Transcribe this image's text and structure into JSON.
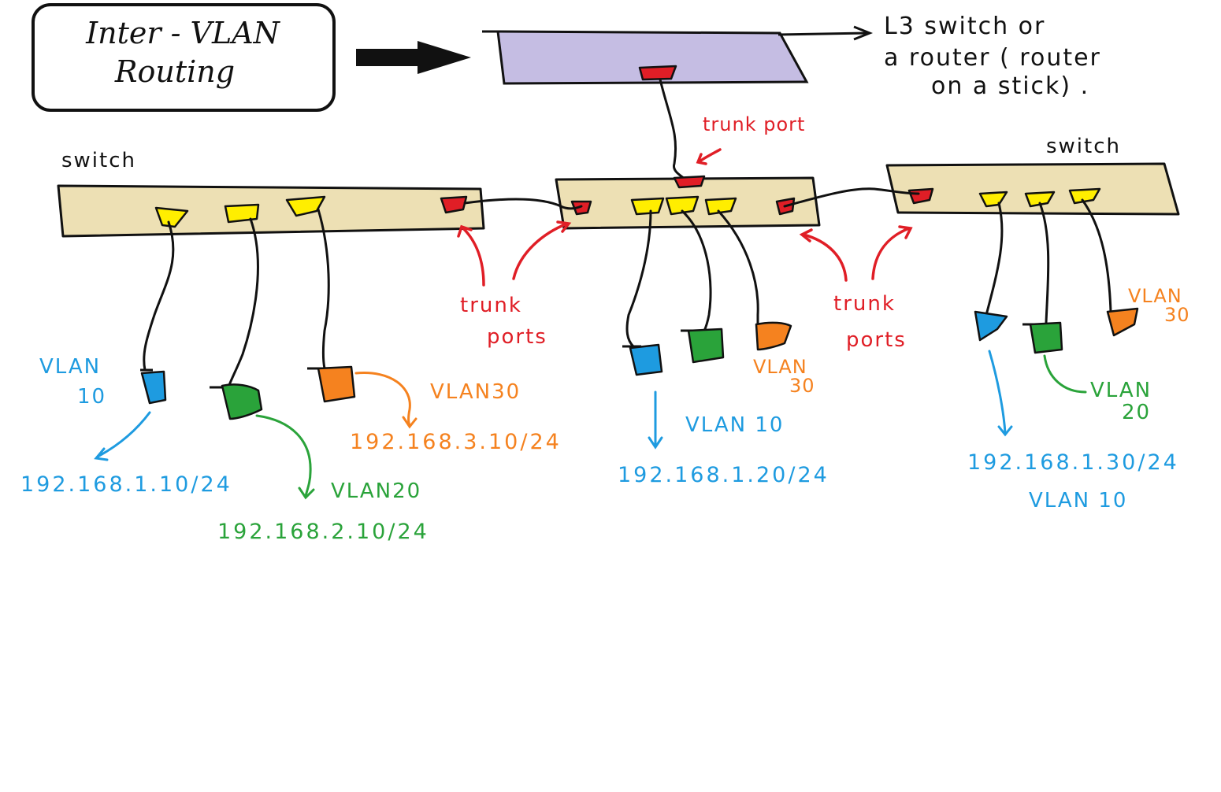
{
  "title": {
    "line1": "Inter - VLAN",
    "line2": "Routing"
  },
  "router": {
    "label_line1": "L3 switch  or",
    "label_line2": "a router ( router",
    "label_line3": "on a stick) ."
  },
  "labels": {
    "trunk_port": "trunk port",
    "trunk_ports_left_1": "trunk",
    "trunk_ports_left_2": "ports",
    "trunk_ports_right_1": "trunk",
    "trunk_ports_right_2": "ports",
    "switch_left": "switch",
    "switch_right": "switch"
  },
  "hosts": {
    "left_vlan10_line1": "VLAN",
    "left_vlan10_line2": "10",
    "left_vlan10_ip": "192.168.1.10/24",
    "left_vlan20": "VLAN20",
    "left_vlan20_ip": "192.168.2.10/24",
    "left_vlan30": "VLAN30",
    "left_vlan30_ip": "192.168.3.10/24",
    "mid_vlan30_line1": "VLAN",
    "mid_vlan30_line2": "30",
    "mid_vlan10": "VLAN 10",
    "mid_vlan10_ip": "192.168.1.20/24",
    "right_vlan30_line1": "VLAN",
    "right_vlan30_line2": "30",
    "right_vlan20_line1": "VLAN",
    "right_vlan20_line2": "20",
    "right_vlan10_ip": "192.168.1.30/24",
    "right_vlan10": "VLAN 10"
  },
  "colors": {
    "vlan10": "#1e9be0",
    "vlan20": "#2aa33a",
    "vlan30": "#f5821f",
    "trunk": "#e01e26",
    "access_port": "#ffee00",
    "switch_fill": "#ede0b4",
    "router_fill": "#c5bde3"
  }
}
